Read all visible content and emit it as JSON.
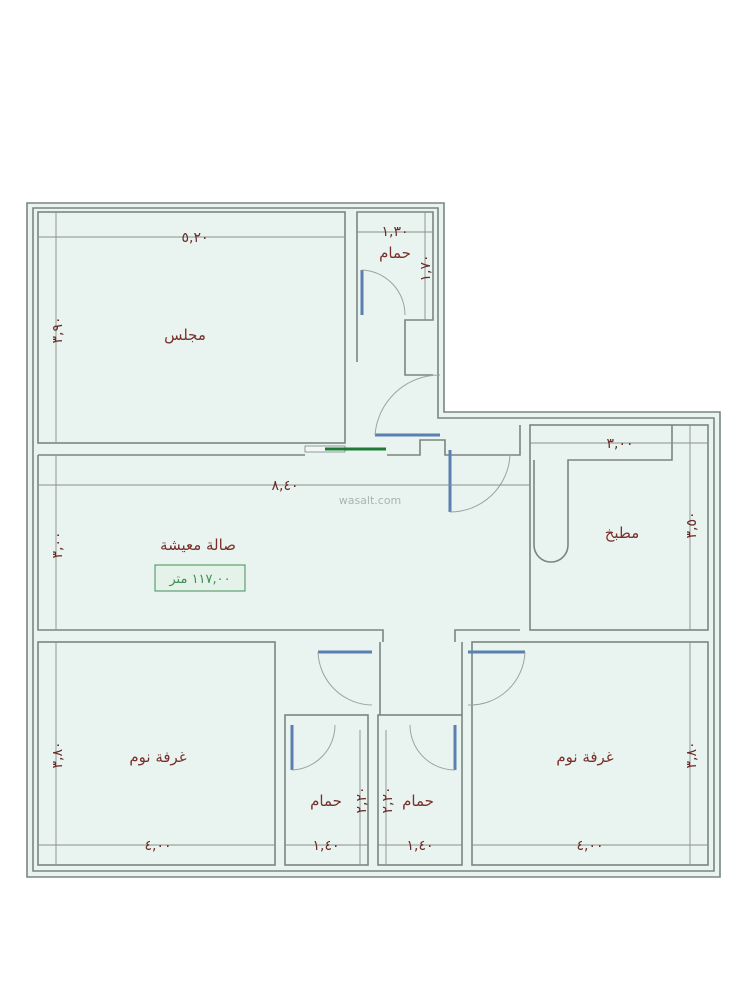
{
  "watermark": "wasalt.com",
  "rooms": {
    "majlis": {
      "name": "مجلس",
      "width": "٥,٢٠",
      "depth": "٣,٩٠"
    },
    "bath_top": {
      "name": "حمام",
      "width": "١,٣٠",
      "depth": "١,٧٠"
    },
    "living": {
      "name": "صالة معيشة",
      "width": "٨,٤٠",
      "depth": "٣,٠٠"
    },
    "kitchen": {
      "name": "مطبخ",
      "width": "٣,٠٠",
      "depth": "٣,٥٠"
    },
    "bedroom_left": {
      "name": "غرفة نوم",
      "width": "٤,٠٠",
      "depth": "٣,٨٠"
    },
    "bath_left": {
      "name": "حمام",
      "width": "١,٤٠",
      "depth": "٢,٢٠"
    },
    "bath_right": {
      "name": "حمام",
      "width": "١,٤٠",
      "depth": "٢,٢٠"
    },
    "bedroom_right": {
      "name": "غرفة نوم",
      "width": "٤,٠٠",
      "depth": "٣,٨٠"
    }
  },
  "total_area": "١١٧,٠٠ متر",
  "colors": {
    "floor": "#e9f4f0",
    "wall": "#7a8580",
    "label": "#7a2f2a",
    "area_box": "#3f8f55"
  }
}
